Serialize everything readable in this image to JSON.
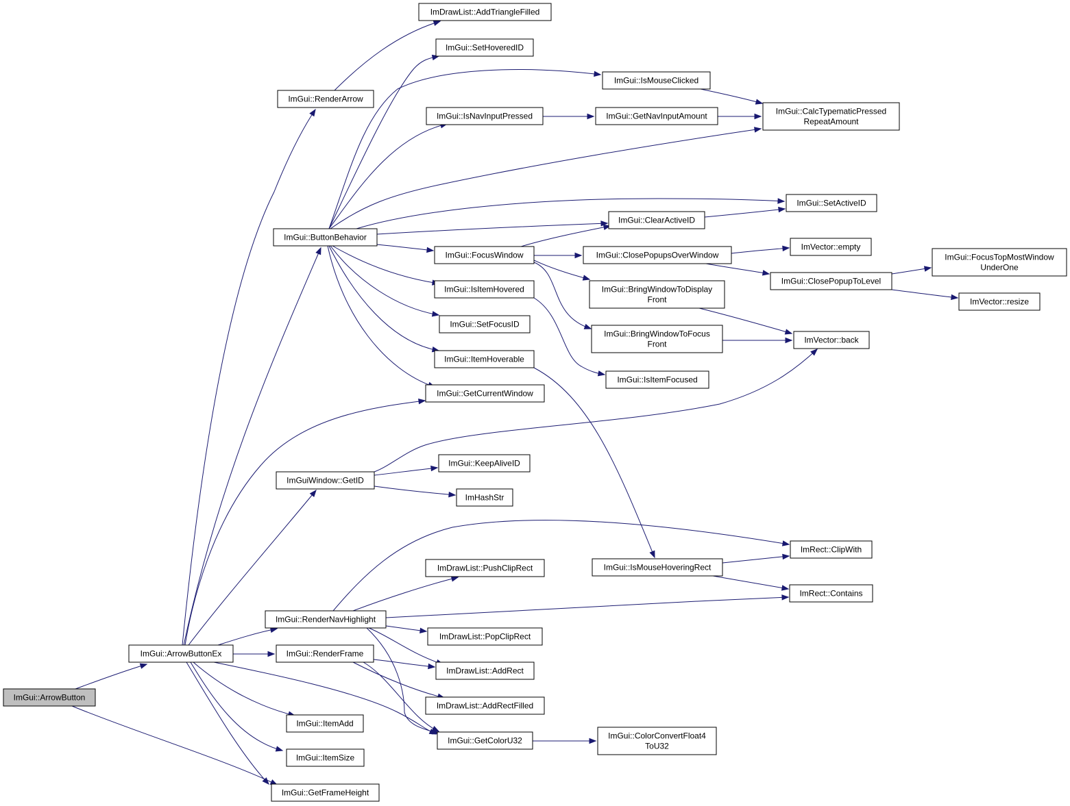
{
  "diagram": {
    "kind": "call-graph",
    "root": "arrowbutton",
    "colors": {
      "edge": "#191970",
      "node_border": "#000000",
      "root_fill": "#bfbfbf",
      "node_fill": "#ffffff"
    },
    "nodes": [
      {
        "id": "arrowbutton",
        "lines": [
          "ImGui::ArrowButton"
        ]
      },
      {
        "id": "arrowbuttonex",
        "lines": [
          "ImGui::ArrowButtonEx"
        ]
      },
      {
        "id": "renderarrow",
        "lines": [
          "ImGui::RenderArrow"
        ]
      },
      {
        "id": "buttonbehavior",
        "lines": [
          "ImGui::ButtonBehavior"
        ]
      },
      {
        "id": "getid",
        "lines": [
          "ImGuiWindow::GetID"
        ]
      },
      {
        "id": "rendernavhighlight",
        "lines": [
          "ImGui::RenderNavHighlight"
        ]
      },
      {
        "id": "renderframe",
        "lines": [
          "ImGui::RenderFrame"
        ]
      },
      {
        "id": "itemadd",
        "lines": [
          "ImGui::ItemAdd"
        ]
      },
      {
        "id": "itemsize",
        "lines": [
          "ImGui::ItemSize"
        ]
      },
      {
        "id": "getframeheight",
        "lines": [
          "ImGui::GetFrameHeight"
        ]
      },
      {
        "id": "addtrianglefilled",
        "lines": [
          "ImDrawList::AddTriangleFilled"
        ]
      },
      {
        "id": "sethoveredid",
        "lines": [
          "ImGui::SetHoveredID"
        ]
      },
      {
        "id": "isnavinputpressed",
        "lines": [
          "ImGui::IsNavInputPressed"
        ]
      },
      {
        "id": "focuswindow",
        "lines": [
          "ImGui::FocusWindow"
        ]
      },
      {
        "id": "isitemhovered",
        "lines": [
          "ImGui::IsItemHovered"
        ]
      },
      {
        "id": "setfocusid",
        "lines": [
          "ImGui::SetFocusID"
        ]
      },
      {
        "id": "itemhoverable",
        "lines": [
          "ImGui::ItemHoverable"
        ]
      },
      {
        "id": "getcurrentwindow",
        "lines": [
          "ImGui::GetCurrentWindow"
        ]
      },
      {
        "id": "keepaliveid",
        "lines": [
          "ImGui::KeepAliveID"
        ]
      },
      {
        "id": "imhashstr",
        "lines": [
          "ImHashStr"
        ]
      },
      {
        "id": "pushcliprect",
        "lines": [
          "ImDrawList::PushClipRect"
        ]
      },
      {
        "id": "popcliprect",
        "lines": [
          "ImDrawList::PopClipRect"
        ]
      },
      {
        "id": "addrect",
        "lines": [
          "ImDrawList::AddRect"
        ]
      },
      {
        "id": "addrectfilled",
        "lines": [
          "ImDrawList::AddRectFilled"
        ]
      },
      {
        "id": "getcoloru32",
        "lines": [
          "ImGui::GetColorU32"
        ]
      },
      {
        "id": "ismouseclicked",
        "lines": [
          "ImGui::IsMouseClicked"
        ]
      },
      {
        "id": "getnavinputamount",
        "lines": [
          "ImGui::GetNavInputAmount"
        ]
      },
      {
        "id": "clearactiveid",
        "lines": [
          "ImGui::ClearActiveID"
        ]
      },
      {
        "id": "closepopupsoverwindow",
        "lines": [
          "ImGui::ClosePopupsOverWindow"
        ]
      },
      {
        "id": "bringwindowtodisplayfront",
        "lines": [
          "ImGui::BringWindowToDisplay",
          "Front"
        ]
      },
      {
        "id": "bringwindowtofocusfront",
        "lines": [
          "ImGui::BringWindowToFocus",
          "Front"
        ]
      },
      {
        "id": "isitemfocused",
        "lines": [
          "ImGui::IsItemFocused"
        ]
      },
      {
        "id": "ismousehoveringrect",
        "lines": [
          "ImGui::IsMouseHoveringRect"
        ]
      },
      {
        "id": "colorconvertfloat4tou32",
        "lines": [
          "ImGui::ColorConvertFloat4",
          "ToU32"
        ]
      },
      {
        "id": "calctypematicpressedrepeatamount",
        "lines": [
          "ImGui::CalcTypematicPressed",
          "RepeatAmount"
        ]
      },
      {
        "id": "setactiveid",
        "lines": [
          "ImGui::SetActiveID"
        ]
      },
      {
        "id": "imvectorempty",
        "lines": [
          "ImVector::empty"
        ]
      },
      {
        "id": "closepopuptolevel",
        "lines": [
          "ImGui::ClosePopupToLevel"
        ]
      },
      {
        "id": "imvectorback",
        "lines": [
          "ImVector::back"
        ]
      },
      {
        "id": "imrectclipwith",
        "lines": [
          "ImRect::ClipWith"
        ]
      },
      {
        "id": "imrectcontains",
        "lines": [
          "ImRect::Contains"
        ]
      },
      {
        "id": "focustopmostwindowunderone",
        "lines": [
          "ImGui::FocusTopMostWindow",
          "UnderOne"
        ]
      },
      {
        "id": "imvectorresize",
        "lines": [
          "ImVector::resize"
        ]
      }
    ],
    "edges": [
      [
        "arrowbutton",
        "arrowbuttonex"
      ],
      [
        "arrowbutton",
        "getframeheight"
      ],
      [
        "arrowbuttonex",
        "renderarrow"
      ],
      [
        "arrowbuttonex",
        "buttonbehavior"
      ],
      [
        "arrowbuttonex",
        "getcurrentwindow"
      ],
      [
        "arrowbuttonex",
        "getid"
      ],
      [
        "arrowbuttonex",
        "rendernavhighlight"
      ],
      [
        "arrowbuttonex",
        "renderframe"
      ],
      [
        "arrowbuttonex",
        "itemadd"
      ],
      [
        "arrowbuttonex",
        "itemsize"
      ],
      [
        "arrowbuttonex",
        "getframeheight"
      ],
      [
        "arrowbuttonex",
        "getcoloru32"
      ],
      [
        "renderarrow",
        "addtrianglefilled"
      ],
      [
        "buttonbehavior",
        "sethoveredid"
      ],
      [
        "buttonbehavior",
        "ismouseclicked"
      ],
      [
        "buttonbehavior",
        "isnavinputpressed"
      ],
      [
        "buttonbehavior",
        "calctypematicpressedrepeatamount"
      ],
      [
        "buttonbehavior",
        "setactiveid"
      ],
      [
        "buttonbehavior",
        "clearactiveid"
      ],
      [
        "buttonbehavior",
        "focuswindow"
      ],
      [
        "buttonbehavior",
        "isitemhovered"
      ],
      [
        "buttonbehavior",
        "setfocusid"
      ],
      [
        "buttonbehavior",
        "itemhoverable"
      ],
      [
        "buttonbehavior",
        "getcurrentwindow"
      ],
      [
        "isnavinputpressed",
        "getnavinputamount"
      ],
      [
        "getnavinputamount",
        "calctypematicpressedrepeatamount"
      ],
      [
        "ismouseclicked",
        "calctypematicpressedrepeatamount"
      ],
      [
        "clearactiveid",
        "setactiveid"
      ],
      [
        "focuswindow",
        "clearactiveid"
      ],
      [
        "focuswindow",
        "closepopupsoverwindow"
      ],
      [
        "focuswindow",
        "bringwindowtodisplayfront"
      ],
      [
        "focuswindow",
        "bringwindowtofocusfront"
      ],
      [
        "closepopupsoverwindow",
        "imvectorempty"
      ],
      [
        "closepopupsoverwindow",
        "closepopuptolevel"
      ],
      [
        "closepopuptolevel",
        "focustopmostwindowunderone"
      ],
      [
        "closepopuptolevel",
        "imvectorresize"
      ],
      [
        "bringwindowtodisplayfront",
        "imvectorback"
      ],
      [
        "bringwindowtofocusfront",
        "imvectorback"
      ],
      [
        "isitemhovered",
        "isitemfocused"
      ],
      [
        "itemhoverable",
        "ismousehoveringrect"
      ],
      [
        "getid",
        "imvectorback"
      ],
      [
        "getid",
        "keepaliveid"
      ],
      [
        "getid",
        "imhashstr"
      ],
      [
        "ismousehoveringrect",
        "imrectclipwith"
      ],
      [
        "ismousehoveringrect",
        "imrectcontains"
      ],
      [
        "rendernavhighlight",
        "imrectclipwith"
      ],
      [
        "rendernavhighlight",
        "pushcliprect"
      ],
      [
        "rendernavhighlight",
        "imrectcontains"
      ],
      [
        "rendernavhighlight",
        "popcliprect"
      ],
      [
        "rendernavhighlight",
        "addrect"
      ],
      [
        "rendernavhighlight",
        "getcoloru32"
      ],
      [
        "renderframe",
        "addrect"
      ],
      [
        "renderframe",
        "addrectfilled"
      ],
      [
        "renderframe",
        "getcoloru32"
      ],
      [
        "getcoloru32",
        "colorconvertfloat4tou32"
      ]
    ]
  }
}
